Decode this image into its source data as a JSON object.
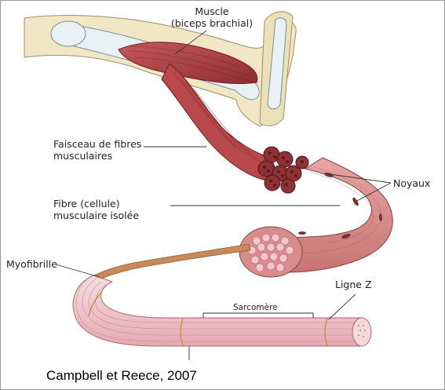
{
  "labels": {
    "muscle_line1": "Muscle",
    "muscle_line2": "(biceps brachial)",
    "faisceau_line1": "Faisceau de fibres",
    "faisceau_line2": "musculaires",
    "fibre_line1": "Fibre (cellule)",
    "fibre_line2": "musculaire isolée",
    "noyaux": "Noyaux",
    "myofibrille": "Myofibrille",
    "ligne_z": "Ligne Z",
    "sarcomere": "Sarcomère"
  },
  "credit": "Campbell et Reece, 2007",
  "colors": {
    "muscle_red": "#b8484a",
    "fibre_pink": "#d98c8c",
    "myofibril_pink": "#f2c8cc",
    "skin": "#f1e7c4",
    "bone": "#e8f1f3"
  }
}
